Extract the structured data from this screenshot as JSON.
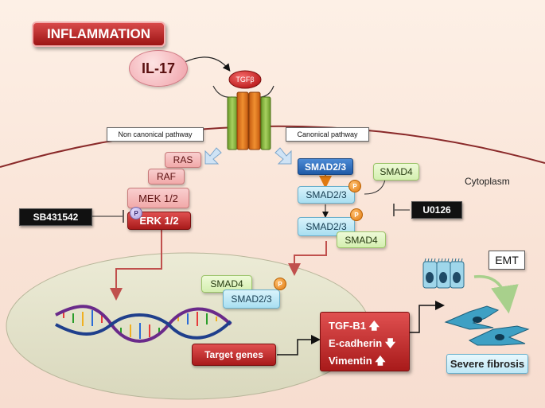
{
  "inflammation_label": "INFLAMMATION",
  "il17_label": "IL-17",
  "tgfb_label": "TGFβ",
  "non_canonical_label": "Non canonical pathway",
  "canonical_label": "Canonical pathway",
  "cytoplasm_label": "Cytoplasm",
  "non_canonical": {
    "ras": "RAS",
    "raf": "RAF",
    "mek": "MEK 1/2",
    "erk": "ERK 1/2",
    "inhibitor": "SB431542"
  },
  "canonical": {
    "smad23_top": "SMAD2/3",
    "smad4_top": "SMAD4",
    "smad23_p": "SMAD2/3",
    "smad23_p2": "SMAD2/3",
    "smad4_complex": "SMAD4",
    "inhibitor": "U0126"
  },
  "nucleus": {
    "smad4": "SMAD4",
    "smad23": "SMAD2/3",
    "target_genes": "Target genes"
  },
  "genes": {
    "tgf_b1": "TGF-B1",
    "e_cadherin": "E-cadherin",
    "vimentin": "Vimentin"
  },
  "emt_label": "EMT",
  "fibrosis_label": "Severe fibrosis",
  "phospho_label": "P",
  "colors": {
    "inflammation_red": "#b21c1c",
    "erk_red": "#c0302c",
    "smad_blue": "#a9dff1",
    "smad4_green": "#d4efb0"
  }
}
